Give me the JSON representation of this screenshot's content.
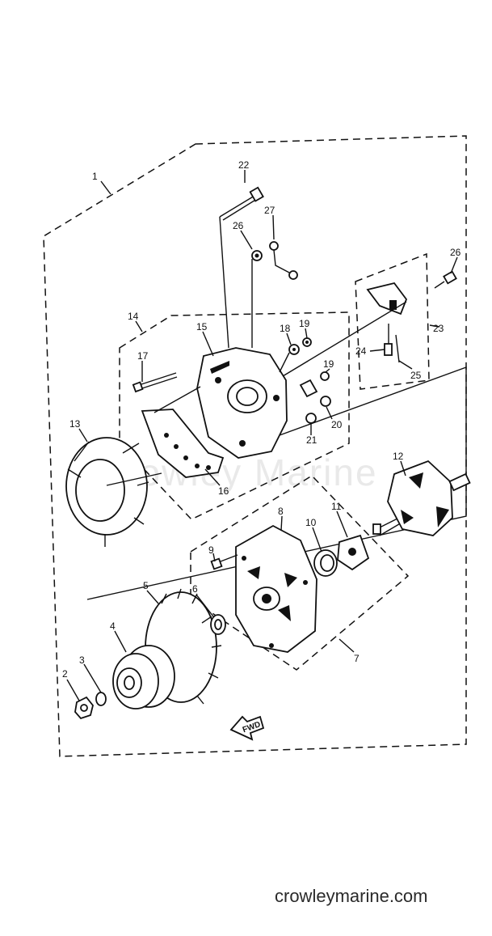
{
  "diagram": {
    "watermark": "Crowley Marine",
    "footer": "crowleymarine.com",
    "fwd_label": "FWD",
    "callouts": [
      "1",
      "2",
      "3",
      "4",
      "5",
      "6",
      "7",
      "8",
      "9",
      "10",
      "11",
      "12",
      "13",
      "14",
      "15",
      "16",
      "17",
      "18",
      "19",
      "19",
      "20",
      "21",
      "22",
      "23",
      "24",
      "25",
      "26",
      "26",
      "27"
    ]
  }
}
